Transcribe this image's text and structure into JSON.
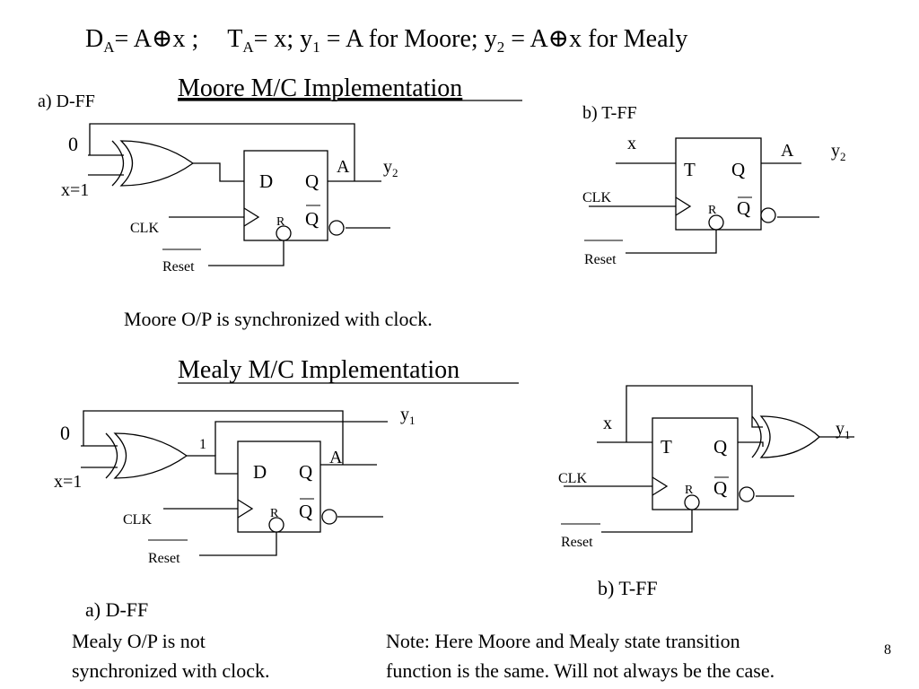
{
  "header": {
    "d": "D",
    "a_sub": "A",
    "eq_xor": "= A",
    "xor_symbol": "⊕",
    "x_semi": "x ;",
    "t": "T",
    "t_eq": "= x; y",
    "sub1": "1",
    "eq_a_moore": " =  A  for Moore; y",
    "sub2": "2",
    "eq_a2": " =  A",
    "x_mealy": "x for Mealy"
  },
  "moore": {
    "title": "Moore M/C Implementation",
    "dff": {
      "label": "a) D-FF",
      "zero": "0",
      "x_in": "x=1",
      "d": "D",
      "q": "Q",
      "qbar": "Q",
      "r": "R",
      "a": "A",
      "y": "y",
      "ysub": "2",
      "clk": "CLK",
      "reset": "Reset"
    },
    "tff": {
      "label": "b) T-FF",
      "x": "x",
      "t": "T",
      "q": "Q",
      "qbar": "Q",
      "r": "R",
      "a": "A",
      "y": "y",
      "ysub": "2",
      "clk": "CLK",
      "reset": "Reset"
    },
    "note": "Moore O/P is synchronized with clock."
  },
  "mealy": {
    "title": "Mealy M/C Implementation",
    "dff": {
      "label": "a) D-FF",
      "zero": "0",
      "x_in": "x=1",
      "one": "1",
      "d": "D",
      "q": "Q",
      "qbar": "Q",
      "r": "R",
      "a": "A",
      "y": "y",
      "ysub": "1",
      "clk": "CLK",
      "reset": "Reset"
    },
    "tff": {
      "label": "b) T-FF",
      "x": "x",
      "t": "T",
      "q": "Q",
      "qbar": "Q",
      "r": "R",
      "y": "y",
      "ysub": "1",
      "clk": "CLK",
      "reset": "Reset"
    },
    "note_left_1": "Mealy O/P is not",
    "note_left_2": "synchronized with clock.",
    "note_right_1": "Note: Here Moore and Mealy state transition",
    "note_right_2": "function is the same. Will not always be the case."
  },
  "page_number": "8"
}
